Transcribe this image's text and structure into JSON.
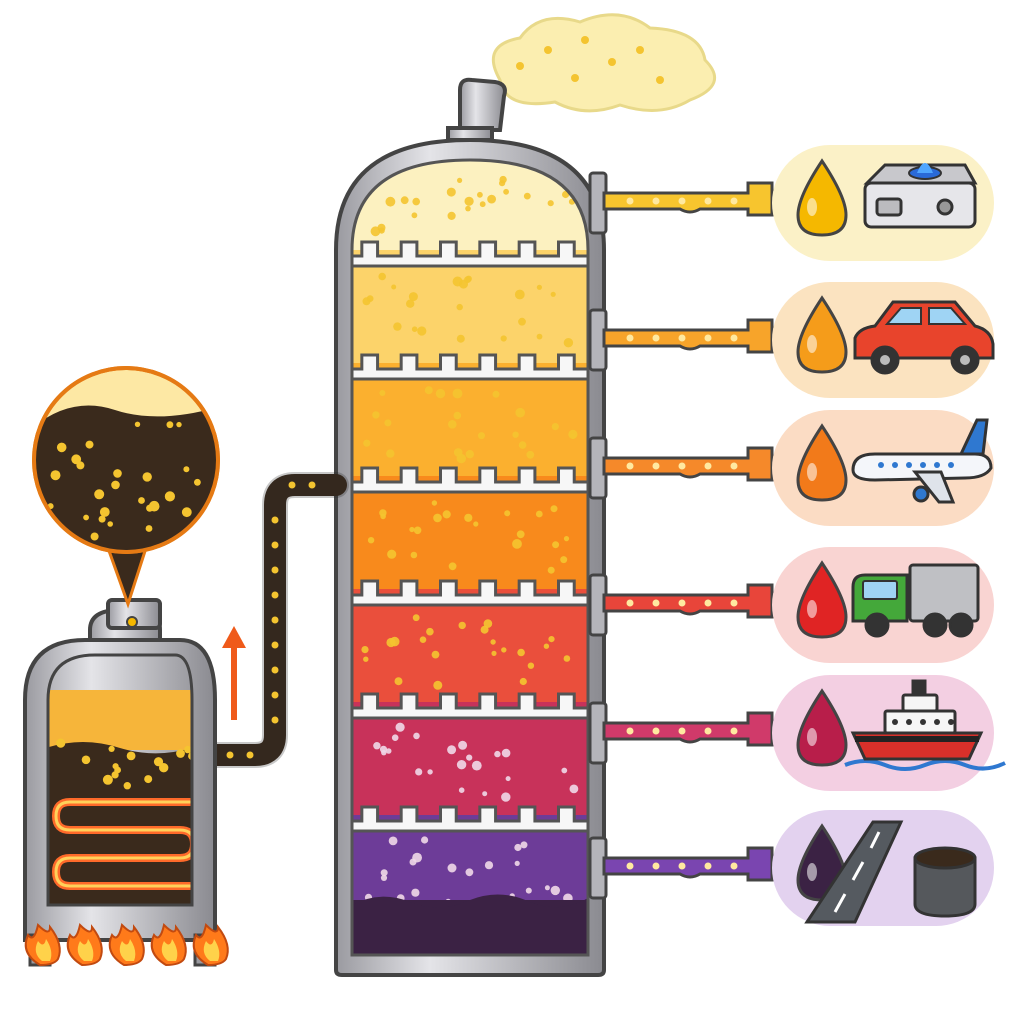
{
  "colors": {
    "background": "#ffffff",
    "outline": "#333333",
    "steel": "#c9c9cc",
    "steel_dark": "#8e8e93",
    "crude_oil": "#3a2a1c",
    "bubble": "#f4c430",
    "flame_outer": "#ff7a1a",
    "flame_inner": "#ffd24a",
    "heater_coil": "#ff7a3c",
    "vapor_cloud": "#fbeeb0"
  },
  "column": {
    "fractions": [
      {
        "id": "gas",
        "fill": "#fcf1c0",
        "pipe": "#f7c52e",
        "drop": "#f5b800",
        "panel": "#fbf1c7",
        "product_icon": "gas-stove-icon"
      },
      {
        "id": "petrol",
        "fill": "#fcd36a",
        "pipe": "#f7a42a",
        "drop": "#f59c1a",
        "panel": "#fbe3c0",
        "product_icon": "car-icon"
      },
      {
        "id": "kerosene",
        "fill": "#fbb02f",
        "pipe": "#f5892a",
        "drop": "#f27a1a",
        "panel": "#fbdcc4",
        "product_icon": "airplane-icon"
      },
      {
        "id": "diesel",
        "fill": "#f88a1c",
        "pipe": "#e8453a",
        "drop": "#e02424",
        "panel": "#f9d4d2",
        "product_icon": "truck-icon"
      },
      {
        "id": "fuel-oil",
        "fill": "#ea4f3c",
        "pipe": "#d03a6a",
        "drop": "#b81e4a",
        "panel": "#f3cfe2",
        "product_icon": "ship-icon"
      },
      {
        "id": "heavy",
        "fill": "#c8325a",
        "pipe": "",
        "drop": "",
        "panel": "",
        "product_icon": ""
      },
      {
        "id": "residue",
        "fill": "#6d3c98",
        "pipe": "#7a45b0",
        "drop": "#3b2244",
        "panel": "#e3d2ef",
        "product_icon": "road-and-bitumen-icon"
      }
    ],
    "bottom_fill": "#3b2244"
  },
  "furnace": {
    "arrow_direction": "up",
    "flame_count": 5
  }
}
